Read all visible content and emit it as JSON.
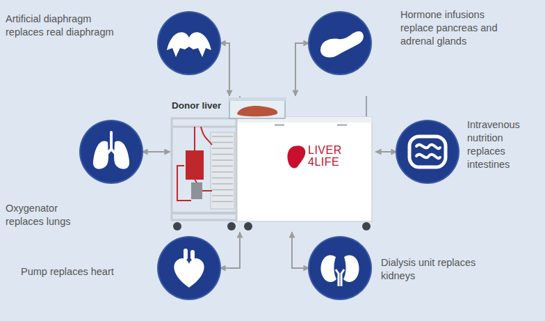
{
  "diagram": {
    "nodes": [
      {
        "text": [
          "Artificial diaphragm replaces real diaphragm"
        ]
      },
      {
        "text": [
          "Hormone infusions replace pancreas and adrenal glands"
        ]
      },
      {
        "text": [
          "Oxygenator replaces lungs"
        ]
      },
      {
        "text": [
          "Donor liver",
          "LIVER 4LIFE"
        ]
      },
      {
        "text": [
          "Intravenous nutrition replaces intestines"
        ]
      },
      {
        "text": [
          "Pump replaces heart"
        ]
      },
      {
        "text": [
          "Dialysis unit replaces kidneys"
        ]
      }
    ],
    "edges": [
      {
        "from": 0,
        "to": 3,
        "arrow": "both"
      },
      {
        "from": 1,
        "to": 3,
        "arrow": "both"
      },
      {
        "from": 2,
        "to": 3,
        "arrow": "both"
      },
      {
        "from": 4,
        "to": 3,
        "arrow": "both"
      },
      {
        "from": 5,
        "to": 3,
        "arrow": "both"
      },
      {
        "from": 6,
        "to": 3,
        "arrow": "both"
      }
    ]
  }
}
